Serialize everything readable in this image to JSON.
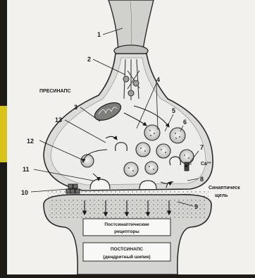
{
  "diagram": {
    "labels": {
      "presynapse": "ПРЕСИНАПС",
      "ca_ion": "Ca²⁺",
      "synaptic_cleft_line1": "Синаптическ",
      "synaptic_cleft_line2": "щель",
      "receptors_line1": "Постсинаптические",
      "receptors_line2": "рецепторы",
      "postsynapse_line1": "ПОСТСИНАПС",
      "postsynapse_line2": "(дендритный шипик)"
    },
    "callouts": [
      "1",
      "2",
      "3",
      "4",
      "5",
      "6",
      "7",
      "8",
      "9",
      "10",
      "11",
      "12",
      "13"
    ],
    "colors": {
      "background": "#1e1b17",
      "panel": "#f2f1ee",
      "membrane": "#c9c9c6",
      "outline": "#2a2a2a",
      "accent_yellow": "#d9c21a"
    }
  }
}
